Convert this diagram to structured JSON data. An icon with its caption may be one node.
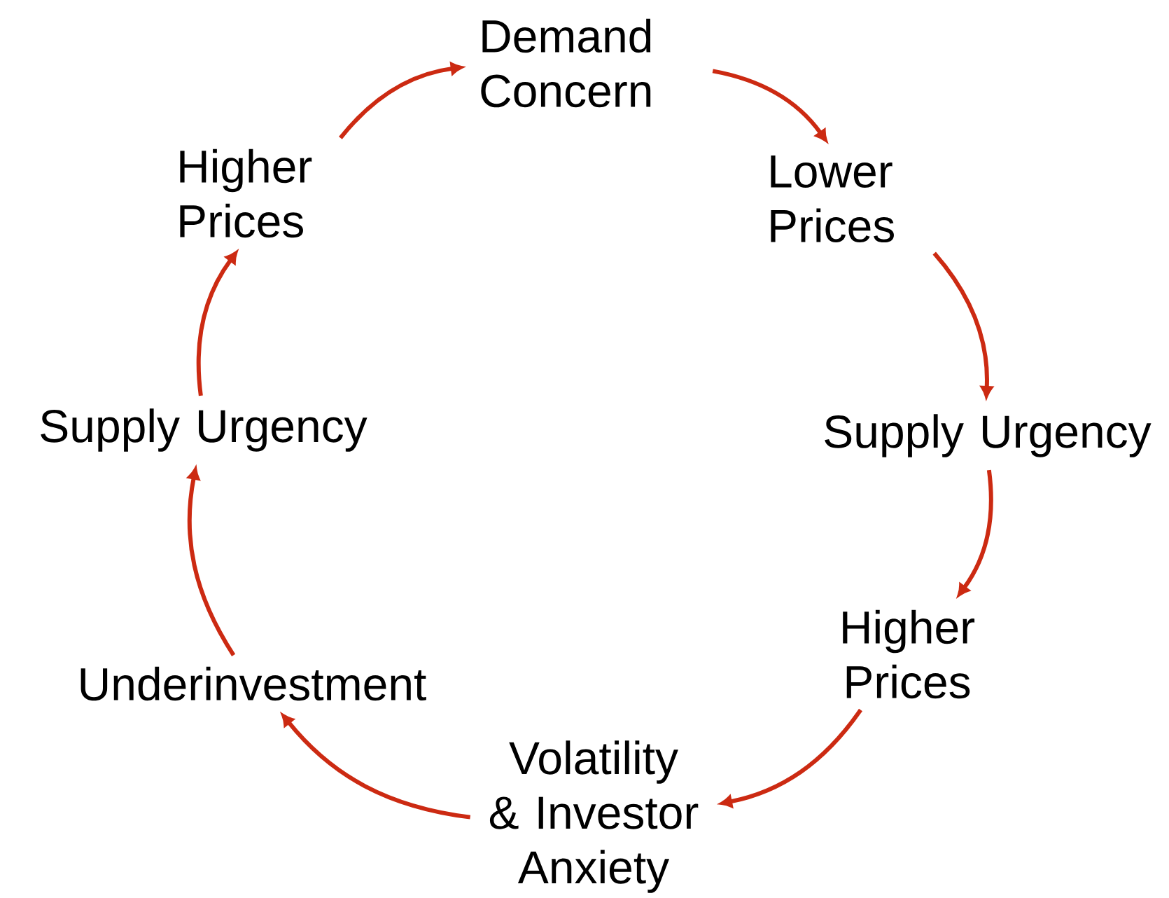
{
  "diagram": {
    "nodes": [
      {
        "text": [
          "Demand Concern"
        ]
      },
      {
        "text": [
          "Lower Prices"
        ]
      },
      {
        "text": [
          "Supply Urgency"
        ]
      },
      {
        "text": [
          "Higher Prices"
        ]
      },
      {
        "text": [
          "Volatility & Investor Anxiety"
        ]
      },
      {
        "text": [
          "Underinvestment"
        ]
      },
      {
        "text": [
          "Supply Urgency"
        ]
      },
      {
        "text": [
          "Higher Prices"
        ]
      }
    ],
    "edges": [
      {
        "from": 0,
        "to": 1,
        "arrow": "to"
      },
      {
        "from": 1,
        "to": 2,
        "arrow": "to"
      },
      {
        "from": 2,
        "to": 3,
        "arrow": "to"
      },
      {
        "from": 3,
        "to": 4,
        "arrow": "to"
      },
      {
        "from": 4,
        "to": 5,
        "arrow": "to"
      },
      {
        "from": 5,
        "to": 6,
        "arrow": "to"
      },
      {
        "from": 6,
        "to": 7,
        "arrow": "to"
      },
      {
        "from": 7,
        "to": 0,
        "arrow": "to"
      }
    ]
  }
}
